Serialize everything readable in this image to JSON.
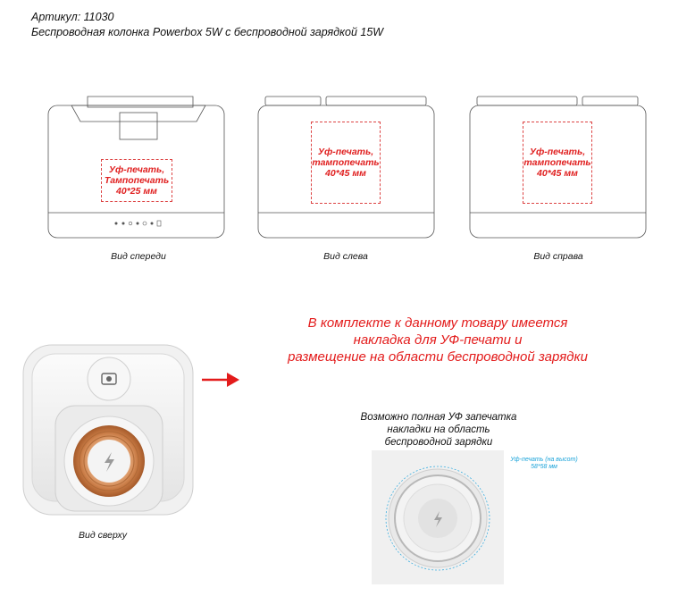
{
  "header": {
    "article": "Артикул: 11030",
    "product_title": "Беспроводная колонка Powerbox 5W с беспроводной зарядкой 15W"
  },
  "views": {
    "front": {
      "caption": "Вид спереди",
      "print_lines": [
        "Уф-печать,",
        "Тампопечать",
        "40*25 мм"
      ]
    },
    "left": {
      "caption": "Вид слева",
      "print_lines": [
        "Уф-печать,",
        "тампопечать",
        "40*45 мм"
      ]
    },
    "right": {
      "caption": "Вид справа",
      "print_lines": [
        "Уф-печать,",
        "тампопечать",
        "40*45 мм"
      ]
    },
    "top": {
      "caption": "Вид сверху"
    }
  },
  "notice": {
    "lines": [
      "В комплекте к данному товару имеется",
      "накладка для УФ-печати и",
      "размещение на области беспроводной зарядки"
    ]
  },
  "overlay": {
    "description_lines": [
      "Возможно полная УФ запечатка",
      "накладки на область",
      "беспроводной зарядки"
    ],
    "print_label_lines": [
      "Уф-печать (на высот)",
      "58*58 мм"
    ]
  },
  "colors": {
    "print_text": "#e02020",
    "notice_text": "#e31b1b",
    "arrow": "#e31b1b",
    "cyan_label": "#1aa3d9",
    "coil": "#c87a44"
  }
}
